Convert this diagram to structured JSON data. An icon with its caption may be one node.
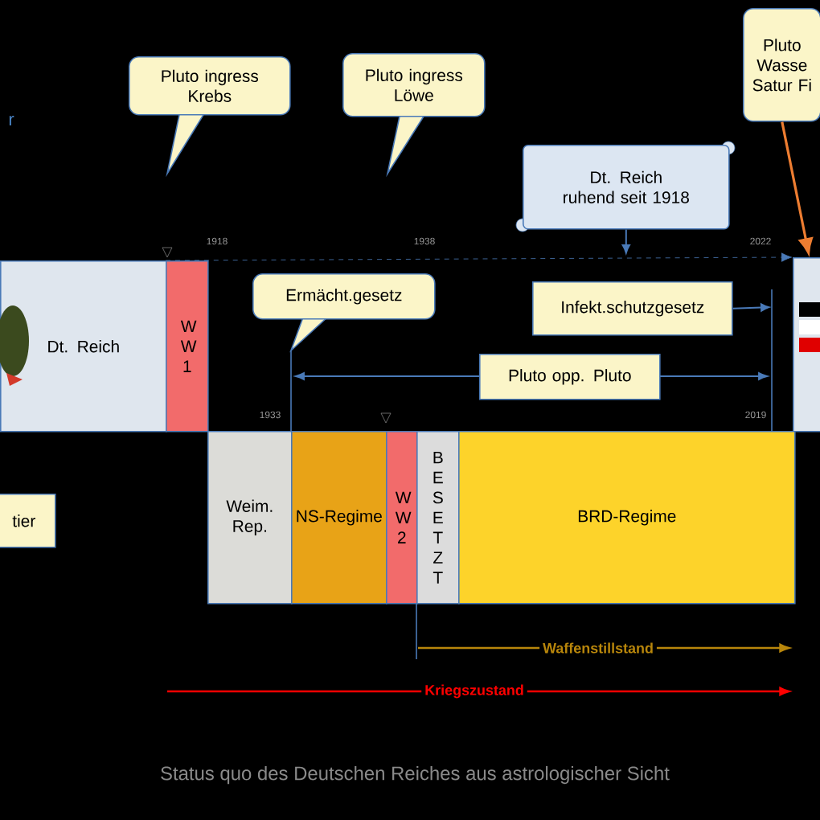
{
  "diagram": {
    "caption": "Status quo des Deutschen Reiches aus astrologischer Sicht",
    "nodes": [
      {
        "text": [
          "Pluto ingress Krebs"
        ]
      },
      {
        "text": [
          "Pluto ingress Löwe"
        ]
      },
      {
        "text": [
          "Pluto Wasse Satur Fi"
        ]
      },
      {
        "text": [
          "Dt. Reich ruhend seit 1918"
        ]
      },
      {
        "text": [
          "Dt. Reich"
        ]
      },
      {
        "text": [
          "WW1"
        ]
      },
      {
        "text": [
          "Ermächt.gesetz"
        ]
      },
      {
        "text": [
          "Infekt.schutzgesetz"
        ]
      },
      {
        "text": [
          "Pluto opp. Pluto"
        ]
      },
      {
        "text": [],
        "shape": "box"
      },
      {
        "text": [
          "tier"
        ]
      },
      {
        "text": [
          "Weim. Rep."
        ]
      },
      {
        "text": [
          "NS-Regime"
        ]
      },
      {
        "text": [
          "WW2"
        ]
      },
      {
        "text": [
          "BESETZT"
        ]
      },
      {
        "text": [
          "BRD-Regime"
        ]
      }
    ],
    "edges": [
      {
        "from": 5,
        "to": 9,
        "arrow": "to",
        "style": "dashed"
      },
      {
        "from": 2,
        "to": 9,
        "arrow": "to",
        "color": "#ed7d31"
      },
      {
        "from": 3,
        "to": null,
        "arrow": "to"
      },
      {
        "from": 7,
        "to": null,
        "arrow": "to"
      }
    ],
    "labels": [
      "r",
      "1918",
      "1938",
      "2022",
      "1933",
      "2019",
      "Waffenstillstand",
      "Kriegszustand"
    ]
  }
}
